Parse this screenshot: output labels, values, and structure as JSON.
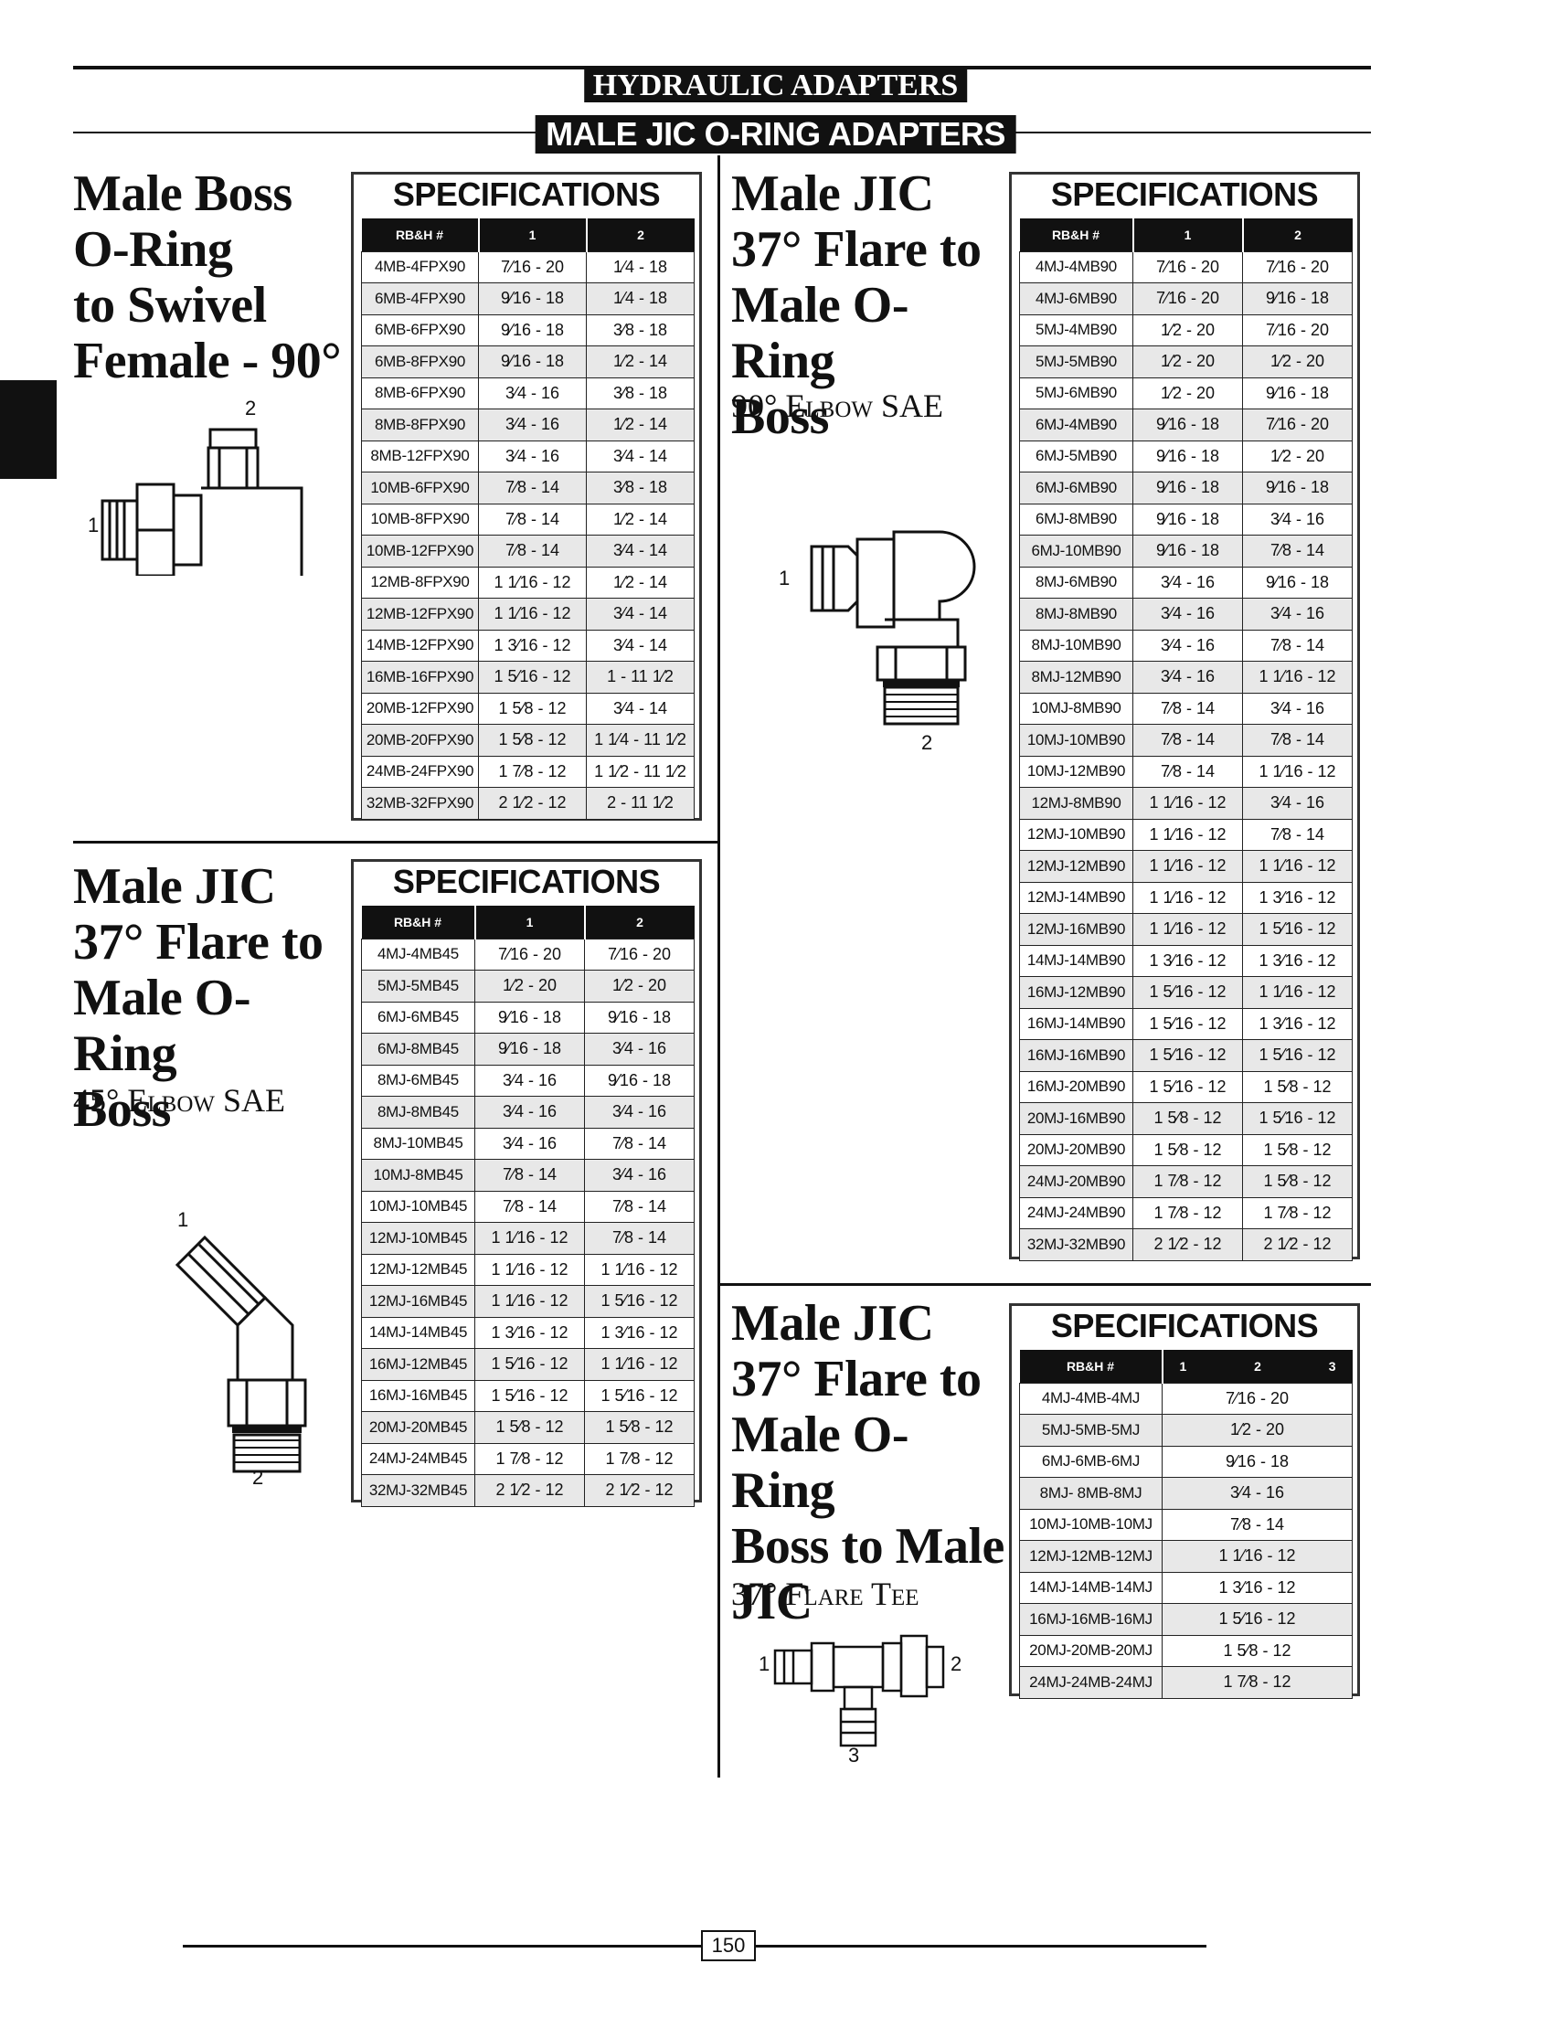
{
  "header": {
    "main": "HYDRAULIC ADAPTERS",
    "sub": "MALE JIC O-RING ADAPTERS"
  },
  "page_number": "150",
  "sections": {
    "boss_swivel": {
      "title": [
        "Male Boss",
        "O-Ring",
        "to Swivel",
        "Female - 90°"
      ],
      "spec_label": "SPECIFICATIONS",
      "columns": [
        "RB&H #",
        "1",
        "2"
      ],
      "port_labels": [
        "1",
        "2"
      ],
      "rows": [
        [
          "4MB-4FPX90",
          "7⁄16 - 20",
          "1⁄4 - 18"
        ],
        [
          "6MB-4FPX90",
          "9⁄16 - 18",
          "1⁄4 - 18"
        ],
        [
          "6MB-6FPX90",
          "9⁄16 - 18",
          "3⁄8 - 18"
        ],
        [
          "6MB-8FPX90",
          "9⁄16 - 18",
          "1⁄2 - 14"
        ],
        [
          "8MB-6FPX90",
          "3⁄4 - 16",
          "3⁄8 - 18"
        ],
        [
          "8MB-8FPX90",
          "3⁄4 - 16",
          "1⁄2 - 14"
        ],
        [
          "8MB-12FPX90",
          "3⁄4 - 16",
          "3⁄4 - 14"
        ],
        [
          "10MB-6FPX90",
          "7⁄8 - 14",
          "3⁄8 - 18"
        ],
        [
          "10MB-8FPX90",
          "7⁄8 - 14",
          "1⁄2 - 14"
        ],
        [
          "10MB-12FPX90",
          "7⁄8 - 14",
          "3⁄4 - 14"
        ],
        [
          "12MB-8FPX90",
          "1 1⁄16 - 12",
          "1⁄2 - 14"
        ],
        [
          "12MB-12FPX90",
          "1 1⁄16 - 12",
          "3⁄4 - 14"
        ],
        [
          "14MB-12FPX90",
          "1 3⁄16 - 12",
          "3⁄4 - 14"
        ],
        [
          "16MB-16FPX90",
          "1 5⁄16 - 12",
          "1 - 11 1⁄2"
        ],
        [
          "20MB-12FPX90",
          "1 5⁄8 - 12",
          "3⁄4 - 14"
        ],
        [
          "20MB-20FPX90",
          "1 5⁄8 - 12",
          "1 1⁄4 - 11 1⁄2"
        ],
        [
          "24MB-24FPX90",
          "1 7⁄8 - 12",
          "1 1⁄2 - 11 1⁄2"
        ],
        [
          "32MB-32FPX90",
          "2 1⁄2 - 12",
          "2 - 11 1⁄2"
        ]
      ]
    },
    "jic_45": {
      "title": [
        "Male JIC",
        "37° Flare to",
        "Male O-Ring",
        "Boss"
      ],
      "subtitle": "45° Elbow SAE",
      "spec_label": "SPECIFICATIONS",
      "columns": [
        "RB&H #",
        "1",
        "2"
      ],
      "port_labels": [
        "1",
        "2"
      ],
      "rows": [
        [
          "4MJ-4MB45",
          "7⁄16 - 20",
          "7⁄16 - 20"
        ],
        [
          "5MJ-5MB45",
          "1⁄2 - 20",
          "1⁄2 - 20"
        ],
        [
          "6MJ-6MB45",
          "9⁄16 - 18",
          "9⁄16 - 18"
        ],
        [
          "6MJ-8MB45",
          "9⁄16 - 18",
          "3⁄4 - 16"
        ],
        [
          "8MJ-6MB45",
          "3⁄4 - 16",
          "9⁄16 - 18"
        ],
        [
          "8MJ-8MB45",
          "3⁄4 - 16",
          "3⁄4 - 16"
        ],
        [
          "8MJ-10MB45",
          "3⁄4 - 16",
          "7⁄8 - 14"
        ],
        [
          "10MJ-8MB45",
          "7⁄8 - 14",
          "3⁄4 - 16"
        ],
        [
          "10MJ-10MB45",
          "7⁄8 - 14",
          "7⁄8 - 14"
        ],
        [
          "12MJ-10MB45",
          "1 1⁄16 - 12",
          "7⁄8 - 14"
        ],
        [
          "12MJ-12MB45",
          "1 1⁄16 - 12",
          "1 1⁄16 - 12"
        ],
        [
          "12MJ-16MB45",
          "1 1⁄16 - 12",
          "1 5⁄16 - 12"
        ],
        [
          "14MJ-14MB45",
          "1 3⁄16 - 12",
          "1 3⁄16 - 12"
        ],
        [
          "16MJ-12MB45",
          "1 5⁄16 - 12",
          "1 1⁄16 - 12"
        ],
        [
          "16MJ-16MB45",
          "1 5⁄16 - 12",
          "1 5⁄16 - 12"
        ],
        [
          "20MJ-20MB45",
          "1 5⁄8 - 12",
          "1 5⁄8 - 12"
        ],
        [
          "24MJ-24MB45",
          "1 7⁄8 - 12",
          "1 7⁄8 - 12"
        ],
        [
          "32MJ-32MB45",
          "2 1⁄2 - 12",
          "2 1⁄2 - 12"
        ]
      ]
    },
    "jic_90": {
      "title": [
        "Male JIC",
        "37° Flare to",
        "Male O-Ring",
        "Boss"
      ],
      "subtitle": "90° Elbow SAE",
      "spec_label": "SPECIFICATIONS",
      "columns": [
        "RB&H #",
        "1",
        "2"
      ],
      "port_labels": [
        "1",
        "2"
      ],
      "rows": [
        [
          "4MJ-4MB90",
          "7⁄16 - 20",
          "7⁄16 - 20"
        ],
        [
          "4MJ-6MB90",
          "7⁄16 - 20",
          "9⁄16 - 18"
        ],
        [
          "5MJ-4MB90",
          "1⁄2 - 20",
          "7⁄16 - 20"
        ],
        [
          "5MJ-5MB90",
          "1⁄2 - 20",
          "1⁄2 - 20"
        ],
        [
          "5MJ-6MB90",
          "1⁄2 - 20",
          "9⁄16 - 18"
        ],
        [
          "6MJ-4MB90",
          "9⁄16 - 18",
          "7⁄16 - 20"
        ],
        [
          "6MJ-5MB90",
          "9⁄16 - 18",
          "1⁄2 - 20"
        ],
        [
          "6MJ-6MB90",
          "9⁄16 - 18",
          "9⁄16 - 18"
        ],
        [
          "6MJ-8MB90",
          "9⁄16 - 18",
          "3⁄4 - 16"
        ],
        [
          "6MJ-10MB90",
          "9⁄16 - 18",
          "7⁄8 - 14"
        ],
        [
          "8MJ-6MB90",
          "3⁄4 - 16",
          "9⁄16 - 18"
        ],
        [
          "8MJ-8MB90",
          "3⁄4 - 16",
          "3⁄4 - 16"
        ],
        [
          "8MJ-10MB90",
          "3⁄4 - 16",
          "7⁄8 - 14"
        ],
        [
          "8MJ-12MB90",
          "3⁄4 - 16",
          "1 1⁄16 - 12"
        ],
        [
          "10MJ-8MB90",
          "7⁄8 - 14",
          "3⁄4 - 16"
        ],
        [
          "10MJ-10MB90",
          "7⁄8 - 14",
          "7⁄8 - 14"
        ],
        [
          "10MJ-12MB90",
          "7⁄8 - 14",
          "1 1⁄16 - 12"
        ],
        [
          "12MJ-8MB90",
          "1 1⁄16 - 12",
          "3⁄4 - 16"
        ],
        [
          "12MJ-10MB90",
          "1 1⁄16 - 12",
          "7⁄8 - 14"
        ],
        [
          "12MJ-12MB90",
          "1 1⁄16 - 12",
          "1 1⁄16 - 12"
        ],
        [
          "12MJ-14MB90",
          "1 1⁄16 - 12",
          "1 3⁄16 - 12"
        ],
        [
          "12MJ-16MB90",
          "1 1⁄16 - 12",
          "1 5⁄16 - 12"
        ],
        [
          "14MJ-14MB90",
          "1 3⁄16 - 12",
          "1 3⁄16 - 12"
        ],
        [
          "16MJ-12MB90",
          "1 5⁄16 - 12",
          "1 1⁄16 - 12"
        ],
        [
          "16MJ-14MB90",
          "1 5⁄16 - 12",
          "1 3⁄16 - 12"
        ],
        [
          "16MJ-16MB90",
          "1 5⁄16 - 12",
          "1 5⁄16 - 12"
        ],
        [
          "16MJ-20MB90",
          "1 5⁄16 - 12",
          "1 5⁄8 - 12"
        ],
        [
          "20MJ-16MB90",
          "1 5⁄8 - 12",
          "1 5⁄16 - 12"
        ],
        [
          "20MJ-20MB90",
          "1 5⁄8 - 12",
          "1 5⁄8 - 12"
        ],
        [
          "24MJ-20MB90",
          "1 7⁄8 - 12",
          "1 5⁄8 - 12"
        ],
        [
          "24MJ-24MB90",
          "1 7⁄8 - 12",
          "1 7⁄8 - 12"
        ],
        [
          "32MJ-32MB90",
          "2 1⁄2 - 12",
          "2 1⁄2 - 12"
        ]
      ]
    },
    "jic_tee": {
      "title": [
        "Male JIC",
        "37° Flare to",
        "Male O-Ring",
        "Boss to Male",
        "JIC"
      ],
      "subtitle": "37° Flare Tee",
      "spec_label": "SPECIFICATIONS",
      "columns": [
        "RB&H #",
        "1",
        "2",
        "3"
      ],
      "port_labels": [
        "1",
        "2",
        "3"
      ],
      "rows": [
        [
          "4MJ-4MB-4MJ",
          "7⁄16 - 20"
        ],
        [
          "5MJ-5MB-5MJ",
          "1⁄2 - 20"
        ],
        [
          "6MJ-6MB-6MJ",
          "9⁄16 - 18"
        ],
        [
          "8MJ- 8MB-8MJ",
          "3⁄4 - 16"
        ],
        [
          "10MJ-10MB-10MJ",
          "7⁄8 - 14"
        ],
        [
          "12MJ-12MB-12MJ",
          "1 1⁄16 - 12"
        ],
        [
          "14MJ-14MB-14MJ",
          "1 3⁄16 - 12"
        ],
        [
          "16MJ-16MB-16MJ",
          "1 5⁄16 - 12"
        ],
        [
          "20MJ-20MB-20MJ",
          "1 5⁄8 - 12"
        ],
        [
          "24MJ-24MB-24MJ",
          "1 7⁄8 - 12"
        ]
      ]
    }
  }
}
